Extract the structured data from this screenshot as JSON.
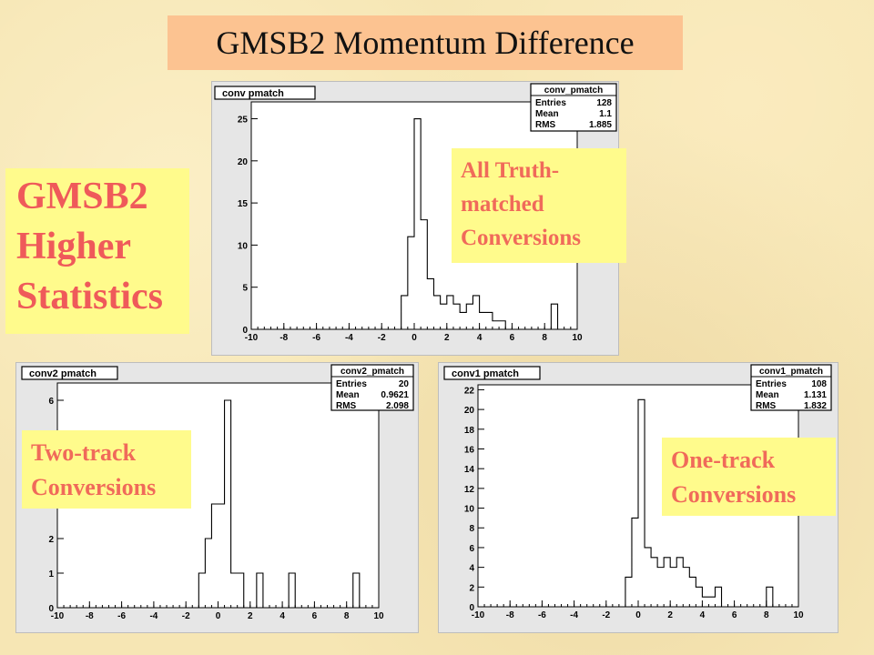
{
  "title": "GMSB2 Momentum Difference",
  "side_label": [
    "GMSB2",
    "Higher",
    "Statistics"
  ],
  "callouts": {
    "all": [
      "All Truth-",
      "matched",
      "Conversions"
    ],
    "two": [
      "Two-track",
      "Conversions"
    ],
    "one": [
      "One-track",
      "Conversions"
    ]
  },
  "colors": {
    "title_bg": "#fcc391",
    "callout_bg": "#fffb8c",
    "callout_text": "#f06a5a",
    "panel_bg": "#e6e6e6"
  },
  "chart_data": [
    {
      "type": "bar",
      "name": "conv pmatch",
      "stats": {
        "title": "conv_pmatch",
        "rows": [
          [
            "Entries",
            "128"
          ],
          [
            "Mean",
            "1.1"
          ],
          [
            "RMS",
            "1.885"
          ]
        ]
      },
      "xlim": [
        -10,
        10
      ],
      "ylim": [
        0,
        27
      ],
      "xticks": [
        -10,
        -8,
        -6,
        -4,
        -2,
        0,
        2,
        4,
        6,
        8,
        10
      ],
      "yticks": [
        0,
        5,
        10,
        15,
        20,
        25
      ],
      "bin_width": 0.4,
      "bins": [
        [
          -2.0,
          0
        ],
        [
          -1.6,
          0
        ],
        [
          -1.2,
          0
        ],
        [
          -0.8,
          4
        ],
        [
          -0.4,
          11
        ],
        [
          0.0,
          25
        ],
        [
          0.4,
          13
        ],
        [
          0.8,
          6
        ],
        [
          1.2,
          4
        ],
        [
          1.6,
          3
        ],
        [
          2.0,
          4
        ],
        [
          2.4,
          3
        ],
        [
          2.8,
          2
        ],
        [
          3.2,
          3
        ],
        [
          3.6,
          4
        ],
        [
          4.0,
          2
        ],
        [
          4.4,
          2
        ],
        [
          4.8,
          1
        ],
        [
          5.2,
          1
        ],
        [
          5.6,
          0
        ],
        [
          6.0,
          0
        ],
        [
          6.4,
          0
        ],
        [
          6.8,
          0
        ],
        [
          7.2,
          0
        ],
        [
          7.6,
          0
        ],
        [
          8.0,
          0
        ],
        [
          8.4,
          3
        ],
        [
          8.8,
          0
        ]
      ]
    },
    {
      "type": "bar",
      "name": "conv2 pmatch",
      "stats": {
        "title": "conv2_pmatch",
        "rows": [
          [
            "Entries",
            "20"
          ],
          [
            "Mean",
            "0.9621"
          ],
          [
            "RMS",
            "2.098"
          ]
        ]
      },
      "xlim": [
        -10,
        10
      ],
      "ylim": [
        0,
        6.5
      ],
      "xticks": [
        -10,
        -8,
        -6,
        -4,
        -2,
        0,
        2,
        4,
        6,
        8,
        10
      ],
      "yticks": [
        0,
        1,
        2,
        3,
        4,
        5,
        6
      ],
      "bin_width": 0.4,
      "bins": [
        [
          -1.2,
          1
        ],
        [
          -0.8,
          2
        ],
        [
          -0.4,
          3
        ],
        [
          0.0,
          3
        ],
        [
          0.4,
          6
        ],
        [
          0.8,
          1
        ],
        [
          1.2,
          1
        ],
        [
          1.6,
          0
        ],
        [
          2.0,
          0
        ],
        [
          2.4,
          1
        ],
        [
          2.8,
          0
        ],
        [
          3.2,
          0
        ],
        [
          3.6,
          0
        ],
        [
          4.0,
          0
        ],
        [
          4.4,
          1
        ],
        [
          4.8,
          0
        ],
        [
          5.2,
          0
        ],
        [
          5.6,
          0
        ],
        [
          6.0,
          0
        ],
        [
          6.4,
          0
        ],
        [
          6.8,
          0
        ],
        [
          7.2,
          0
        ],
        [
          7.6,
          0
        ],
        [
          8.0,
          0
        ],
        [
          8.4,
          1
        ],
        [
          8.8,
          0
        ]
      ]
    },
    {
      "type": "bar",
      "name": "conv1 pmatch",
      "stats": {
        "title": "conv1_pmatch",
        "rows": [
          [
            "Entries",
            "108"
          ],
          [
            "Mean",
            "1.131"
          ],
          [
            "RMS",
            "1.832"
          ]
        ]
      },
      "xlim": [
        -10,
        10
      ],
      "ylim": [
        0,
        22.5
      ],
      "xticks": [
        -10,
        -8,
        -6,
        -4,
        -2,
        0,
        2,
        4,
        6,
        8,
        10
      ],
      "yticks": [
        0,
        2,
        4,
        6,
        8,
        10,
        12,
        14,
        16,
        18,
        20,
        22
      ],
      "bin_width": 0.4,
      "bins": [
        [
          -1.2,
          0
        ],
        [
          -0.8,
          3
        ],
        [
          -0.4,
          9
        ],
        [
          0.0,
          21
        ],
        [
          0.4,
          6
        ],
        [
          0.8,
          5
        ],
        [
          1.2,
          4
        ],
        [
          1.6,
          5
        ],
        [
          2.0,
          4
        ],
        [
          2.4,
          5
        ],
        [
          2.8,
          4
        ],
        [
          3.2,
          3
        ],
        [
          3.6,
          2
        ],
        [
          4.0,
          1
        ],
        [
          4.4,
          1
        ],
        [
          4.8,
          2
        ],
        [
          5.2,
          0
        ],
        [
          5.6,
          0
        ],
        [
          6.0,
          0
        ],
        [
          6.4,
          0
        ],
        [
          6.8,
          0
        ],
        [
          7.2,
          0
        ],
        [
          7.6,
          0
        ],
        [
          8.0,
          2
        ],
        [
          8.4,
          0
        ]
      ]
    }
  ]
}
